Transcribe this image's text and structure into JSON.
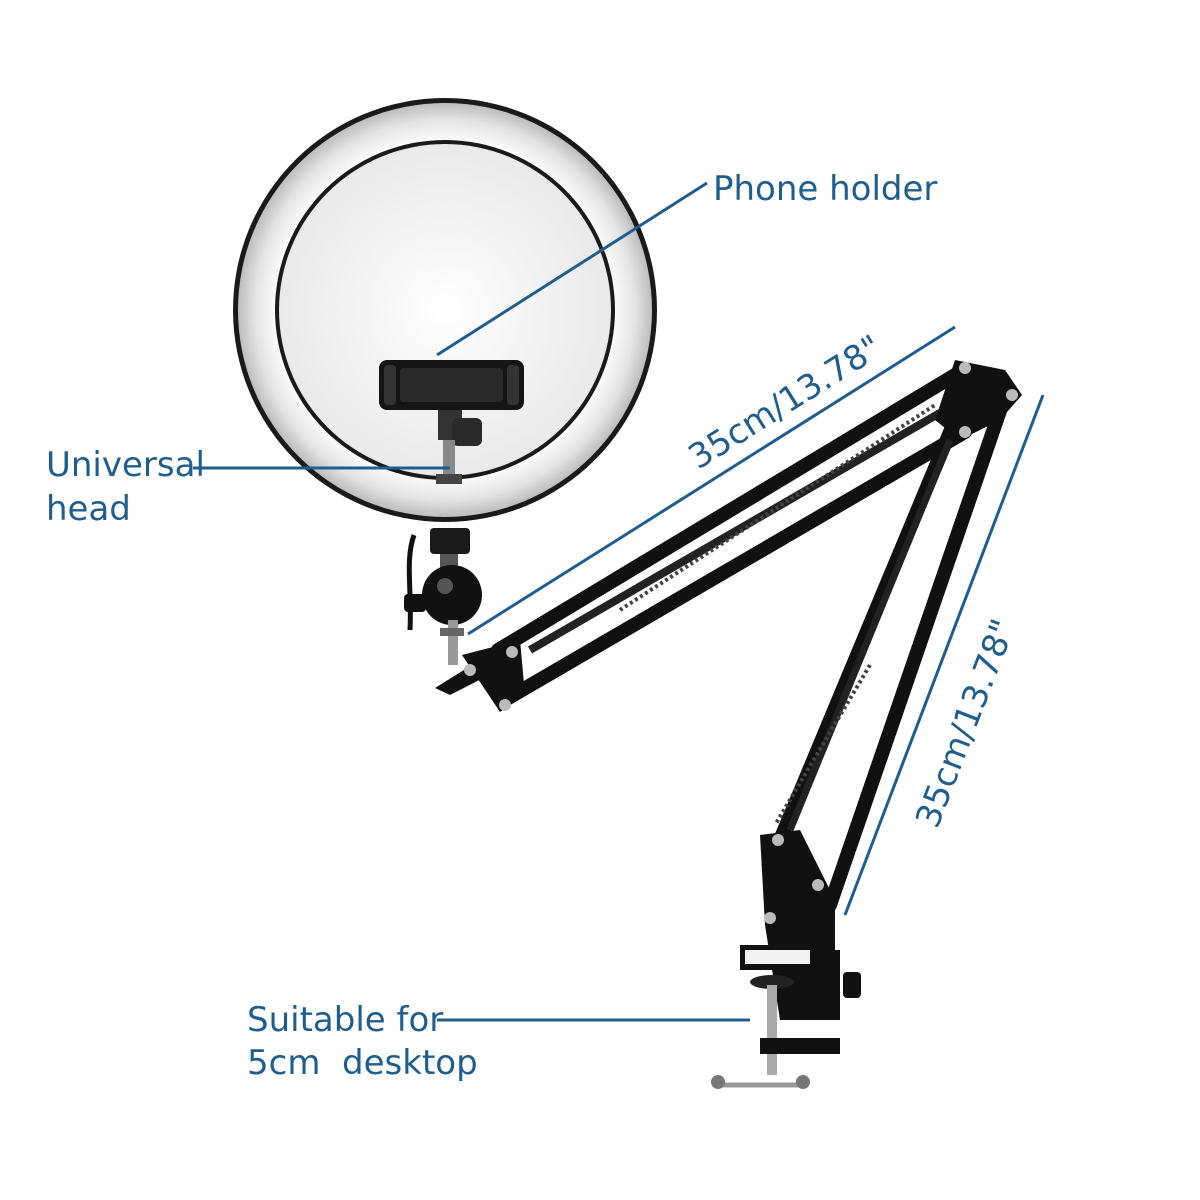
{
  "labels": {
    "phone_holder": "Phone holder",
    "universal_head_line1": "Universal",
    "universal_head_line2": "head",
    "arm_upper_length": "35cm/13.78\"",
    "arm_lower_length": "35cm/13.78\"",
    "desk_line1": "Suitable for",
    "desk_line2": "5cm  desktop"
  },
  "colors": {
    "annotation": "#1f5d8e",
    "arm": "#111111",
    "ring_inner": "#f4f4f4"
  }
}
